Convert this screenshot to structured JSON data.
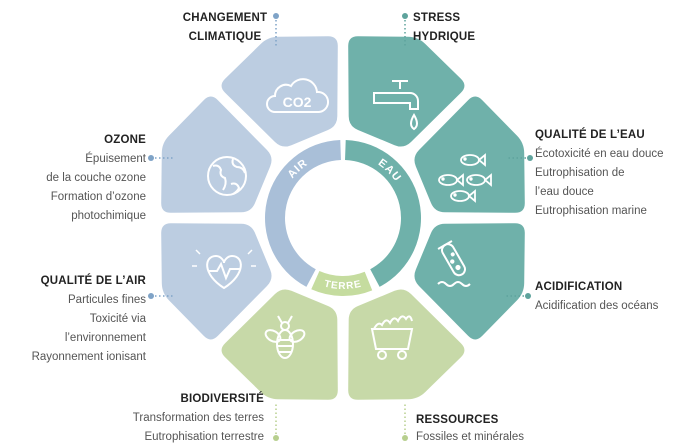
{
  "colors": {
    "air": "#a9bfd8",
    "air_light": "#bccde1",
    "water": "#6fb1aa",
    "water_dark": "#5ea39c",
    "land": "#c7d9a8",
    "land_light": "#d7e4bc",
    "ring_air": "#a9bfd8",
    "ring_water": "#6fb1aa",
    "ring_land": "#c5dc9f",
    "dot_air": "#7fa3c7",
    "dot_water": "#5ea39c",
    "dot_land": "#b7cf8e"
  },
  "ring": {
    "air": "AIR",
    "eau": "EAU",
    "terre": "TERRE"
  },
  "segments": [
    {
      "id": "climat",
      "icon": "co2-cloud-icon",
      "icon_text": "CO2"
    },
    {
      "id": "stress",
      "icon": "water-tap-icon"
    },
    {
      "id": "qualite-eau",
      "icon": "fish-icon"
    },
    {
      "id": "acidification",
      "icon": "test-tube-icon"
    },
    {
      "id": "ressources",
      "icon": "mine-cart-icon"
    },
    {
      "id": "biodiversite",
      "icon": "bee-icon"
    },
    {
      "id": "qualite-air",
      "icon": "heart-pulse-icon"
    },
    {
      "id": "ozone",
      "icon": "globe-icon"
    }
  ],
  "labels": {
    "climat": {
      "title_1": "CHANGEMENT",
      "title_2": "CLIMATIQUE"
    },
    "stress": {
      "title_1": "STRESS",
      "title_2": "HYDRIQUE"
    },
    "qualite_eau": {
      "title": "QUALITÉ DE L’EAU",
      "items": [
        "Écotoxicité en eau douce",
        "Eutrophisation de",
        "l’eau douce",
        "Eutrophisation marine"
      ]
    },
    "acidification": {
      "title": "ACIDIFICATION",
      "items": [
        "Acidification des océans"
      ]
    },
    "ressources": {
      "title": "RESSOURCES",
      "items": [
        "Fossiles et minérales"
      ]
    },
    "biodiversite": {
      "title": "BIODIVERSITÉ",
      "items": [
        "Transformation des terres",
        "Eutrophisation terrestre"
      ]
    },
    "qualite_air": {
      "title": "QUALITÉ DE L’AIR",
      "items": [
        "Particules fines",
        "Toxicité via",
        "l’environnement",
        "Rayonnement ionisant"
      ]
    },
    "ozone": {
      "title": "OZONE",
      "items": [
        "Épuisement",
        "de la couche ozone",
        "Formation d’ozone",
        "photochimique"
      ]
    }
  }
}
